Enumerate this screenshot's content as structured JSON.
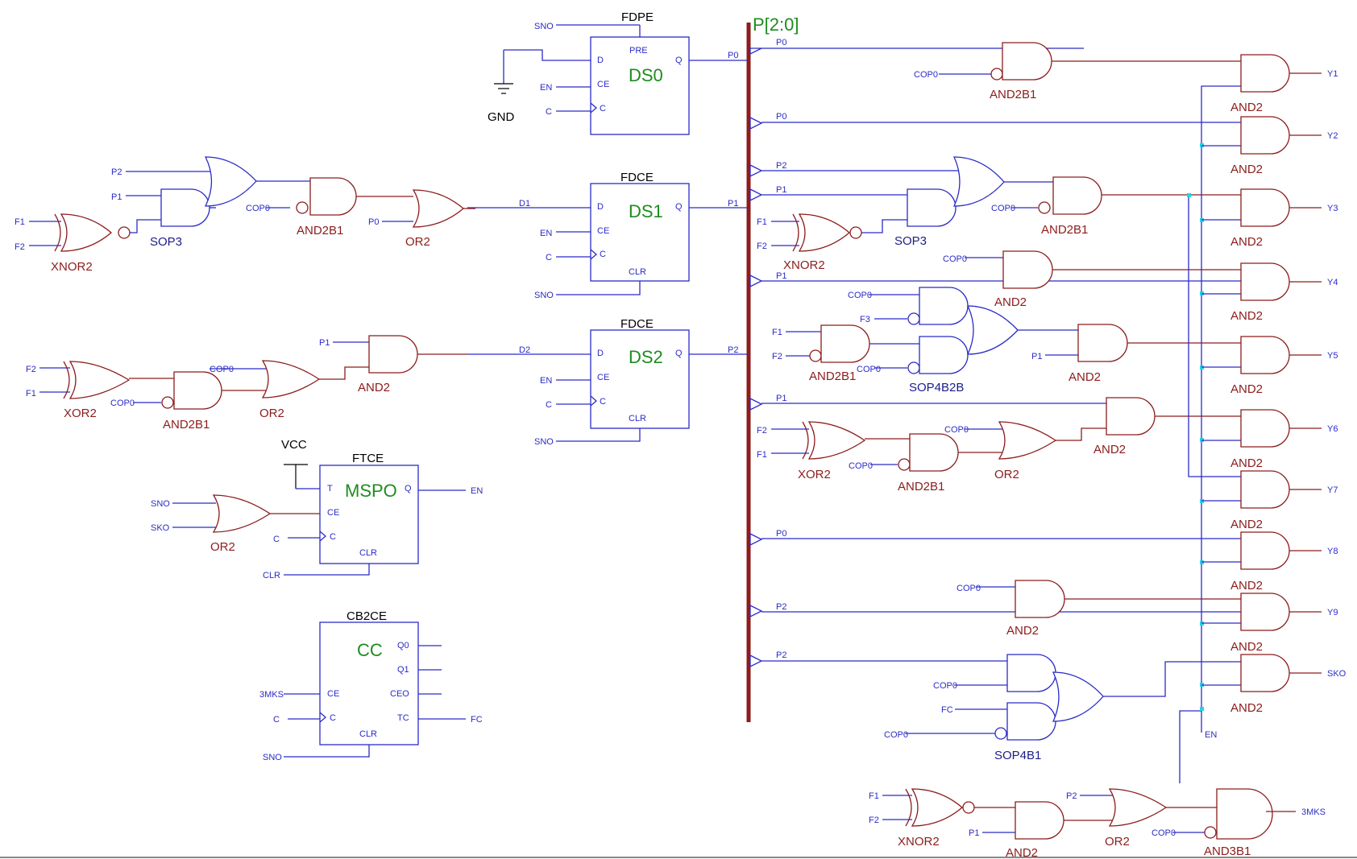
{
  "bus": {
    "label": "P[2:0]"
  },
  "supplies": {
    "gnd": "GND",
    "vcc": "VCC"
  },
  "registers": {
    "ds0": {
      "type": "FDPE",
      "name": "DS0",
      "pins": {
        "d": "D",
        "pre": "PRE",
        "ce": "CE",
        "c": "C",
        "q": "Q"
      },
      "signals": {
        "sno": "SNO",
        "en": "EN",
        "c": "C",
        "p": "P0"
      }
    },
    "ds1": {
      "type": "FDCE",
      "name": "DS1",
      "pins": {
        "d": "D",
        "ce": "CE",
        "c": "C",
        "clr": "CLR",
        "q": "Q"
      },
      "signals": {
        "d": "D1",
        "en": "EN",
        "c": "C",
        "sno": "SNO",
        "p": "P1"
      }
    },
    "ds2": {
      "type": "FDCE",
      "name": "DS2",
      "pins": {
        "d": "D",
        "ce": "CE",
        "c": "C",
        "clr": "CLR",
        "q": "Q"
      },
      "signals": {
        "d": "D2",
        "en": "EN",
        "c": "C",
        "sno": "SNO",
        "p": "P2"
      }
    },
    "mspo": {
      "type": "FTCE",
      "name": "MSPO",
      "pins": {
        "t": "T",
        "ce": "CE",
        "c": "C",
        "clr": "CLR",
        "q": "Q"
      },
      "signals": {
        "q": "EN",
        "c": "C",
        "clr": "CLR",
        "sno": "SNO",
        "sko": "SKO"
      }
    },
    "cc": {
      "type": "CB2CE",
      "name": "CC",
      "pins": {
        "ce": "CE",
        "c": "C",
        "clr": "CLR",
        "q0": "Q0",
        "q1": "Q1",
        "ceo": "CEO",
        "tc": "TC"
      },
      "signals": {
        "ce": "3MKS",
        "c": "C",
        "sno": "SNO",
        "tc": "FC"
      }
    }
  },
  "left": {
    "r1": {
      "p2": "P2",
      "p1": "P1",
      "f1": "F1",
      "f2": "F2",
      "cop0": "COP0",
      "p0": "P0",
      "g_xnor": "XNOR2",
      "g_sop": "SOP3",
      "g_and": "AND2B1",
      "g_or": "OR2"
    },
    "r2": {
      "p1": "P1",
      "f2": "F2",
      "f1": "F1",
      "cop0a": "COP0",
      "cop0b": "COP0",
      "g_xor": "XOR2",
      "g_and": "AND2B1",
      "g_or": "OR2",
      "g_and2": "AND2"
    },
    "mspo_or": "OR2"
  },
  "bus_taps": [
    "P0",
    "P0",
    "P2",
    "P1",
    "P1",
    "P1",
    "P0",
    "P2",
    "P2"
  ],
  "middle": {
    "m1": {
      "cop0": "COP0",
      "gate": "AND2B1"
    },
    "m2": {
      "f1": "F1",
      "f2": "F2",
      "cop0": "COP0",
      "g_xnor": "XNOR2",
      "g_sop": "SOP3",
      "g_and": "AND2B1"
    },
    "m3": {
      "cop0": "COP0",
      "gate": "AND2"
    },
    "m4": {
      "cop0": "COP0",
      "f3": "F3",
      "f1": "F1",
      "f2": "F2",
      "cop0b": "COP0",
      "p1": "P1",
      "g_and": "AND2B1",
      "g_sop": "SOP4B2B",
      "g_and2": "AND2"
    },
    "m5": {
      "f2": "F2",
      "f1": "F1",
      "cop0a": "COP0",
      "cop0b": "COP0",
      "g_xor": "XOR2",
      "g_and": "AND2B1",
      "g_or": "OR2",
      "g_and2": "AND2"
    },
    "m6": {
      "cop0": "COP0",
      "gate": "AND2"
    },
    "m7": {
      "cop0a": "COP0",
      "fc": "FC",
      "cop0b": "COP0",
      "gate": "SOP4B1"
    },
    "m8": {
      "f1": "F1",
      "f2": "F2",
      "p1": "P1",
      "p2": "P2",
      "cop0": "COP0",
      "g_xnor": "XNOR2",
      "g_and": "AND2",
      "g_or": "OR2",
      "g_and3": "AND3B1",
      "out": "3MKS"
    }
  },
  "outputs": {
    "gate": "AND2",
    "labels": [
      "Y1",
      "Y2",
      "Y3",
      "Y4",
      "Y5",
      "Y6",
      "Y7",
      "Y8",
      "Y9",
      "SKO"
    ],
    "en": "EN"
  }
}
